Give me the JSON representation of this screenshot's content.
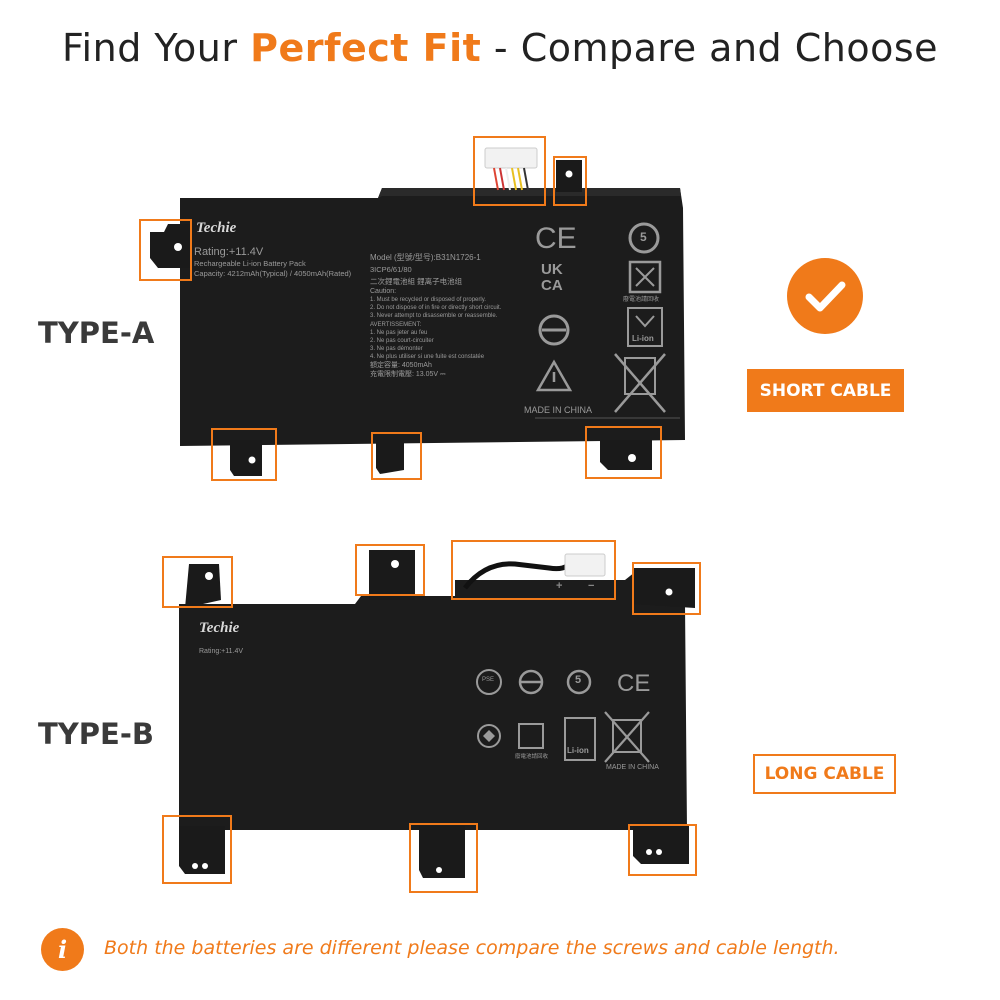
{
  "header": {
    "title_prefix": "Find Your ",
    "title_accent": "Perfect Fit",
    "title_suffix": " - Compare and Choose"
  },
  "types": [
    {
      "label": "TYPE-A",
      "tag": "SHORT CABLE"
    },
    {
      "label": "TYPE-B",
      "tag": "LONG CABLE"
    }
  ],
  "battery_a": {
    "brand": "Techie",
    "rating": "Rating:+11.4V",
    "pack": "Rechargeable Li-ion Battery Pack",
    "capacity": "Capacity: 4212mAh(Typical) / 4050mAh(Rated)",
    "model": "Model (型號/型号):B31N1726-1",
    "cell": "3ICP6/61/80",
    "cell_cn": "二次鋰電池組    鋰离子电池组",
    "caution": "Caution:",
    "caution_1": "1. Must be recycled or disposed of properly.",
    "caution_2": "2. Do not dispose of in fire or directly short circuit.",
    "caution_3": "3. Never attempt to disassemble or reassemble.",
    "avert": "AVERTISSEMENT:",
    "avert_1": "1. Ne pas jeter au feu",
    "avert_2": "2. Ne pas court-circuiter",
    "avert_3": "3. Ne pas démonter",
    "avert_4": "4. Ne plus utiliser si une fuite est constatée",
    "rated_cap": "額定容量: 4050mAh",
    "charge_limit": "充電限制電壓: 13.05V ⎓",
    "made_in": "MADE IN CHINA",
    "ce": "CE",
    "ukca_1": "UK",
    "ukca_2": "CA",
    "recycle_num": "5",
    "recycle_cn": "廢電池請回收",
    "liion": "Li-ion"
  },
  "battery_b": {
    "brand": "Techie",
    "rating": "Rating:+11.4V",
    "made_in": "MADE IN CHINA",
    "ce": "CE",
    "pse": "PSE",
    "recycle_num": "5",
    "recycle_cn": "廢電池請回收",
    "liion": "Li-ion",
    "plus": "+",
    "minus": "−"
  },
  "footer": {
    "info_icon": "i",
    "note": "Both the batteries are different please compare the screws and cable length."
  },
  "colors": {
    "accent": "#f07a1a",
    "battery_body": "#1c1c1c",
    "label_gray": "#3a3a3a"
  },
  "icons": [
    "checkmark-icon",
    "info-icon",
    "ce-mark-icon",
    "recycle-icon",
    "weee-bin-icon",
    "warning-icon"
  ]
}
